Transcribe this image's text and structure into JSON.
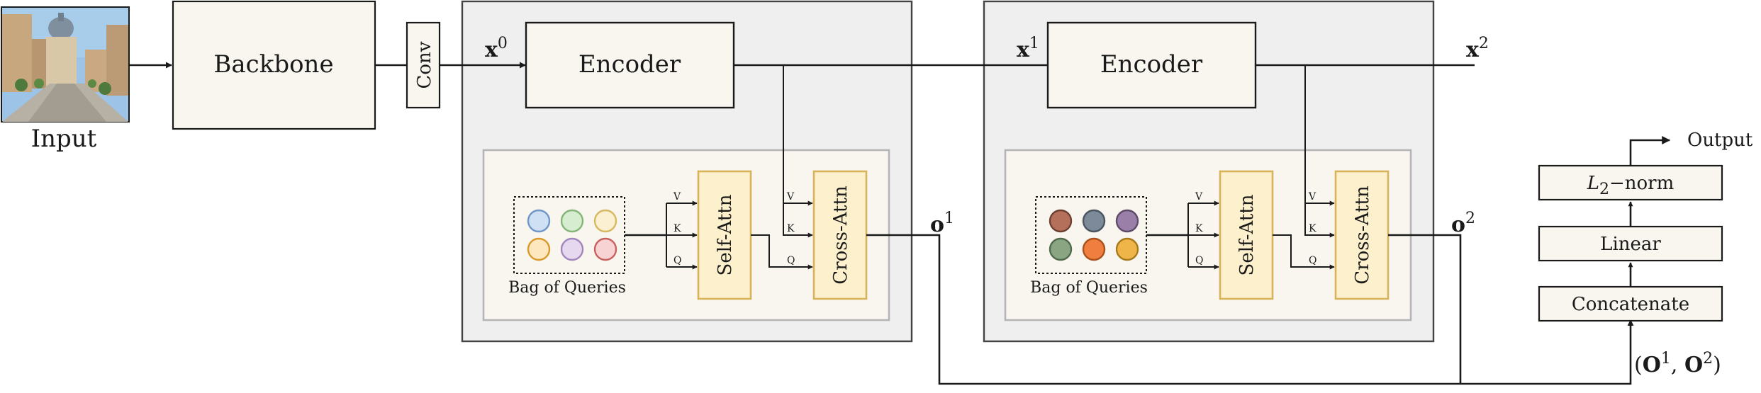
{
  "labels": {
    "input": "Input",
    "backbone": "Backbone",
    "conv": "Conv",
    "encoder": "Encoder",
    "self_attn": "Self-Attn",
    "cross_attn": "Cross-Attn",
    "bag_of_queries": "Bag of Queries",
    "concatenate": "Concatenate",
    "linear": "Linear",
    "l2_norm_sub": "2",
    "l2_norm_rest": "−norm",
    "output": "Output",
    "v": "V",
    "k": "K",
    "q": "Q"
  },
  "vars": {
    "x_base": "x",
    "x0_sup": "0",
    "x1_sup": "1",
    "x2_sup": "2",
    "o_base": "o",
    "o1_sup": "1",
    "o2_sup": "2",
    "tuple_open": "(",
    "tuple_O": "O",
    "tuple_sep": ", ",
    "tuple_close": ")"
  },
  "colors": {
    "block_fill": "#f8f6ee",
    "attn_fill": "#fdf0cc",
    "attn_stroke": "#d9b35a",
    "stage_fill": "#efefef",
    "stage_stroke": "#444444",
    "inner_stroke": "#b5b5b5",
    "line": "#1a1a1a"
  },
  "queries_stage1": [
    {
      "fill": "#cfe0f5",
      "stroke": "#6f95c9"
    },
    {
      "fill": "#d7edcf",
      "stroke": "#85b578"
    },
    {
      "fill": "#fbf1d2",
      "stroke": "#d6b85e"
    },
    {
      "fill": "#fce7bf",
      "stroke": "#d99a2b"
    },
    {
      "fill": "#e6d8ef",
      "stroke": "#a486be"
    },
    {
      "fill": "#f8d3d3",
      "stroke": "#c96060"
    }
  ],
  "queries_stage2": [
    {
      "fill": "#b5705c",
      "stroke": "#6e3f31"
    },
    {
      "fill": "#7d8a99",
      "stroke": "#4a5561"
    },
    {
      "fill": "#9a80a8",
      "stroke": "#5e4a6b"
    },
    {
      "fill": "#89a582",
      "stroke": "#526b4d"
    },
    {
      "fill": "#f07f3f",
      "stroke": "#a9501c"
    },
    {
      "fill": "#f0b548",
      "stroke": "#a67a1c"
    }
  ]
}
